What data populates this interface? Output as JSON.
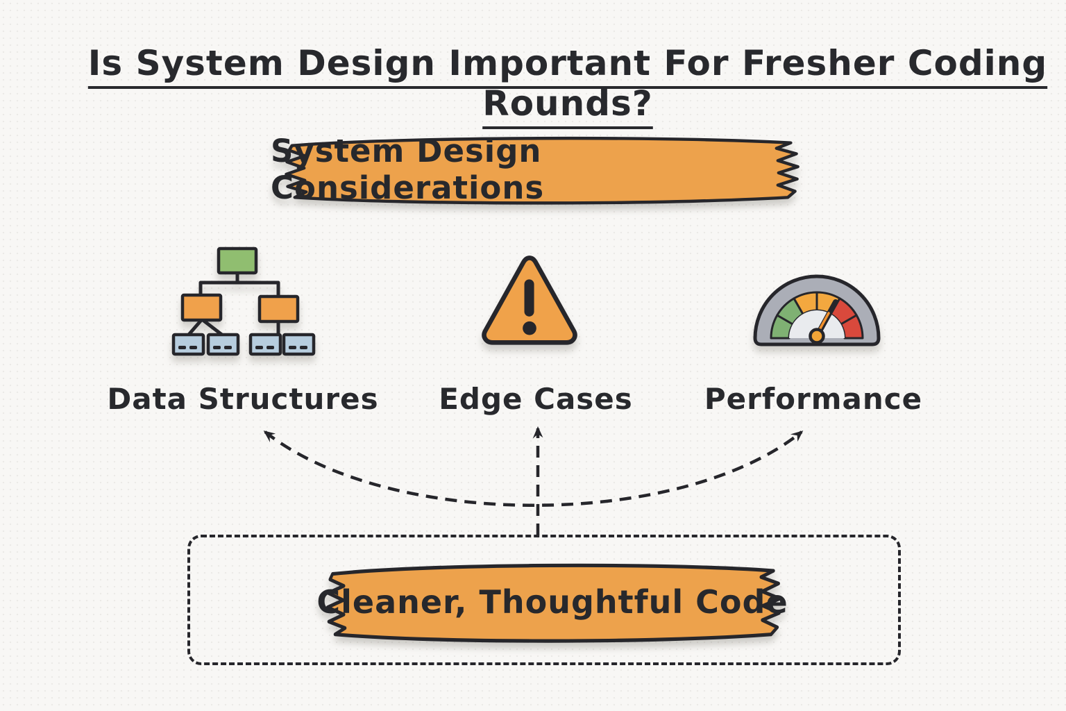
{
  "title": "Is System Design Important For Fresher Coding Rounds?",
  "top_banner": {
    "label": "System Design Considerations"
  },
  "considerations": {
    "items": [
      {
        "label": "Data Structures",
        "icon": "tree-diagram-icon"
      },
      {
        "label": "Edge Cases",
        "icon": "warning-triangle-icon"
      },
      {
        "label": "Performance",
        "icon": "gauge-icon"
      }
    ]
  },
  "result_banner": {
    "label": "Cleaner, Thoughtful Code"
  },
  "colors": {
    "background": "#F8F7F5",
    "ink": "#26262B",
    "banner_orange": "#EDA24C",
    "tree_green": "#90BE70",
    "tree_orange": "#F0A14B",
    "tree_blue": "#B7CDDE",
    "gauge_gray": "#ABAEB7",
    "gauge_green": "#7FB173",
    "gauge_orange": "#F3A83F",
    "gauge_red": "#D9493C",
    "needle_orange": "#F2912C"
  }
}
